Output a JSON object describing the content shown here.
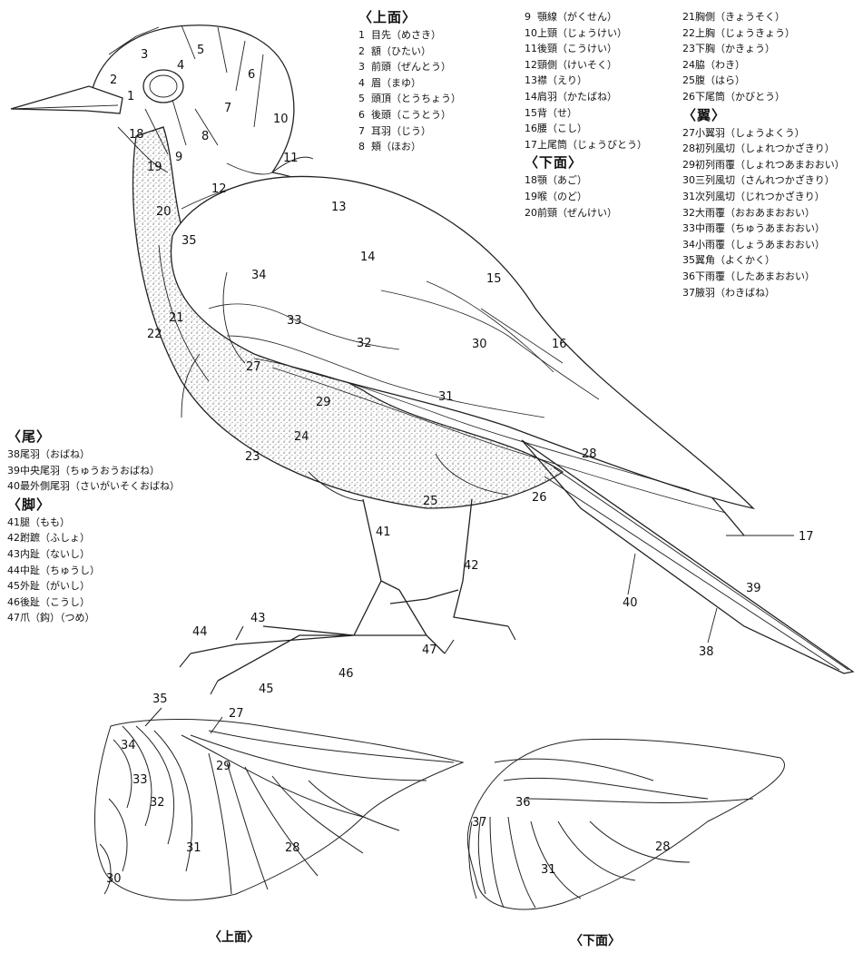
{
  "legend": {
    "upper_surface": {
      "heading": "〈上面〉",
      "items": [
        {
          "n": "1",
          "text": "目先（めさき）"
        },
        {
          "n": "2",
          "text": "額（ひたい）"
        },
        {
          "n": "3",
          "text": "前頭（ぜんとう）"
        },
        {
          "n": "4",
          "text": "眉（まゆ）"
        },
        {
          "n": "5",
          "text": "頭頂（とうちょう）"
        },
        {
          "n": "6",
          "text": "後頭（こうとう）"
        },
        {
          "n": "7",
          "text": "耳羽（じう）"
        },
        {
          "n": "8",
          "text": "頬（ほお）"
        }
      ]
    },
    "upper_surface_cont": {
      "items": [
        {
          "n": "9",
          "text": "顎線（がくせん）"
        },
        {
          "n": "10",
          "text": "上頸（じょうけい）"
        },
        {
          "n": "11",
          "text": "後頸（こうけい）"
        },
        {
          "n": "12",
          "text": "頸側（けいそく）"
        },
        {
          "n": "13",
          "text": "襟（えり）"
        },
        {
          "n": "14",
          "text": "肩羽（かたばね）"
        },
        {
          "n": "15",
          "text": "背（せ）"
        },
        {
          "n": "16",
          "text": "腰（こし）"
        },
        {
          "n": "17",
          "text": "上尾筒（じょうびとう）"
        }
      ]
    },
    "under_surface": {
      "heading": "〈下面〉",
      "items": [
        {
          "n": "18",
          "text": "顎（あご）"
        },
        {
          "n": "19",
          "text": "喉（のど）"
        },
        {
          "n": "20",
          "text": "前頸（ぜんけい）"
        }
      ]
    },
    "under_surface_cont": {
      "items": [
        {
          "n": "21",
          "text": "胸側（きょうそく）"
        },
        {
          "n": "22",
          "text": "上胸（じょうきょう）"
        },
        {
          "n": "23",
          "text": "下胸（かきょう）"
        },
        {
          "n": "24",
          "text": "脇（わき）"
        },
        {
          "n": "25",
          "text": "腹（はら）"
        },
        {
          "n": "26",
          "text": "下尾筒（かびとう）"
        }
      ]
    },
    "wing": {
      "heading": "〈翼〉",
      "items": [
        {
          "n": "27",
          "text": "小翼羽（しょうよくう）"
        },
        {
          "n": "28",
          "text": "初列風切（しょれつかざきり）"
        },
        {
          "n": "29",
          "text": "初列雨覆（しょれつあまおおい）"
        },
        {
          "n": "30",
          "text": "三列風切（さんれつかざきり）"
        },
        {
          "n": "31",
          "text": "次列風切（じれつかざきり）"
        },
        {
          "n": "32",
          "text": "大雨覆（おおあまおおい）"
        },
        {
          "n": "33",
          "text": "中雨覆（ちゅうあまおおい）"
        },
        {
          "n": "34",
          "text": "小雨覆（しょうあまおおい）"
        },
        {
          "n": "35",
          "text": "翼角（よくかく）"
        },
        {
          "n": "36",
          "text": "下雨覆（したあまおおい）"
        },
        {
          "n": "37",
          "text": "腋羽（わきばね）"
        }
      ]
    },
    "tail": {
      "heading": "〈尾〉",
      "items": [
        {
          "n": "38",
          "text": "尾羽（おばね）"
        },
        {
          "n": "39",
          "text": "中央尾羽（ちゅうおうおばね）"
        },
        {
          "n": "40",
          "text": "最外側尾羽（さいがいそくおばね）"
        }
      ]
    },
    "legs": {
      "heading": "〈脚〉",
      "items": [
        {
          "n": "41",
          "text": "腿（もも）"
        },
        {
          "n": "42",
          "text": "跗蹠（ふしょ）"
        },
        {
          "n": "43",
          "text": "内趾（ないし）"
        },
        {
          "n": "44",
          "text": "中趾（ちゅうし）"
        },
        {
          "n": "45",
          "text": "外趾（がいし）"
        },
        {
          "n": "46",
          "text": "後趾（こうし）"
        },
        {
          "n": "47",
          "text": "爪（鈎）（つめ）"
        }
      ]
    }
  },
  "diagram_labels": {
    "bird": [
      "1",
      "2",
      "3",
      "4",
      "5",
      "6",
      "7",
      "8",
      "9",
      "10",
      "11",
      "12",
      "13",
      "14",
      "15",
      "16",
      "17",
      "18",
      "19",
      "20",
      "21",
      "22",
      "23",
      "24",
      "25",
      "26",
      "27",
      "28",
      "29",
      "30",
      "31",
      "32",
      "33",
      "34",
      "35",
      "38",
      "39",
      "40",
      "41",
      "42",
      "43",
      "44",
      "45",
      "46",
      "47"
    ],
    "wing_upper": [
      "35",
      "27",
      "34",
      "33",
      "29",
      "32",
      "28",
      "31",
      "30"
    ],
    "wing_lower": [
      "36",
      "37",
      "28",
      "31"
    ]
  },
  "captions": {
    "wing_upper": "〈上面〉",
    "wing_lower": "〈下面〉"
  }
}
